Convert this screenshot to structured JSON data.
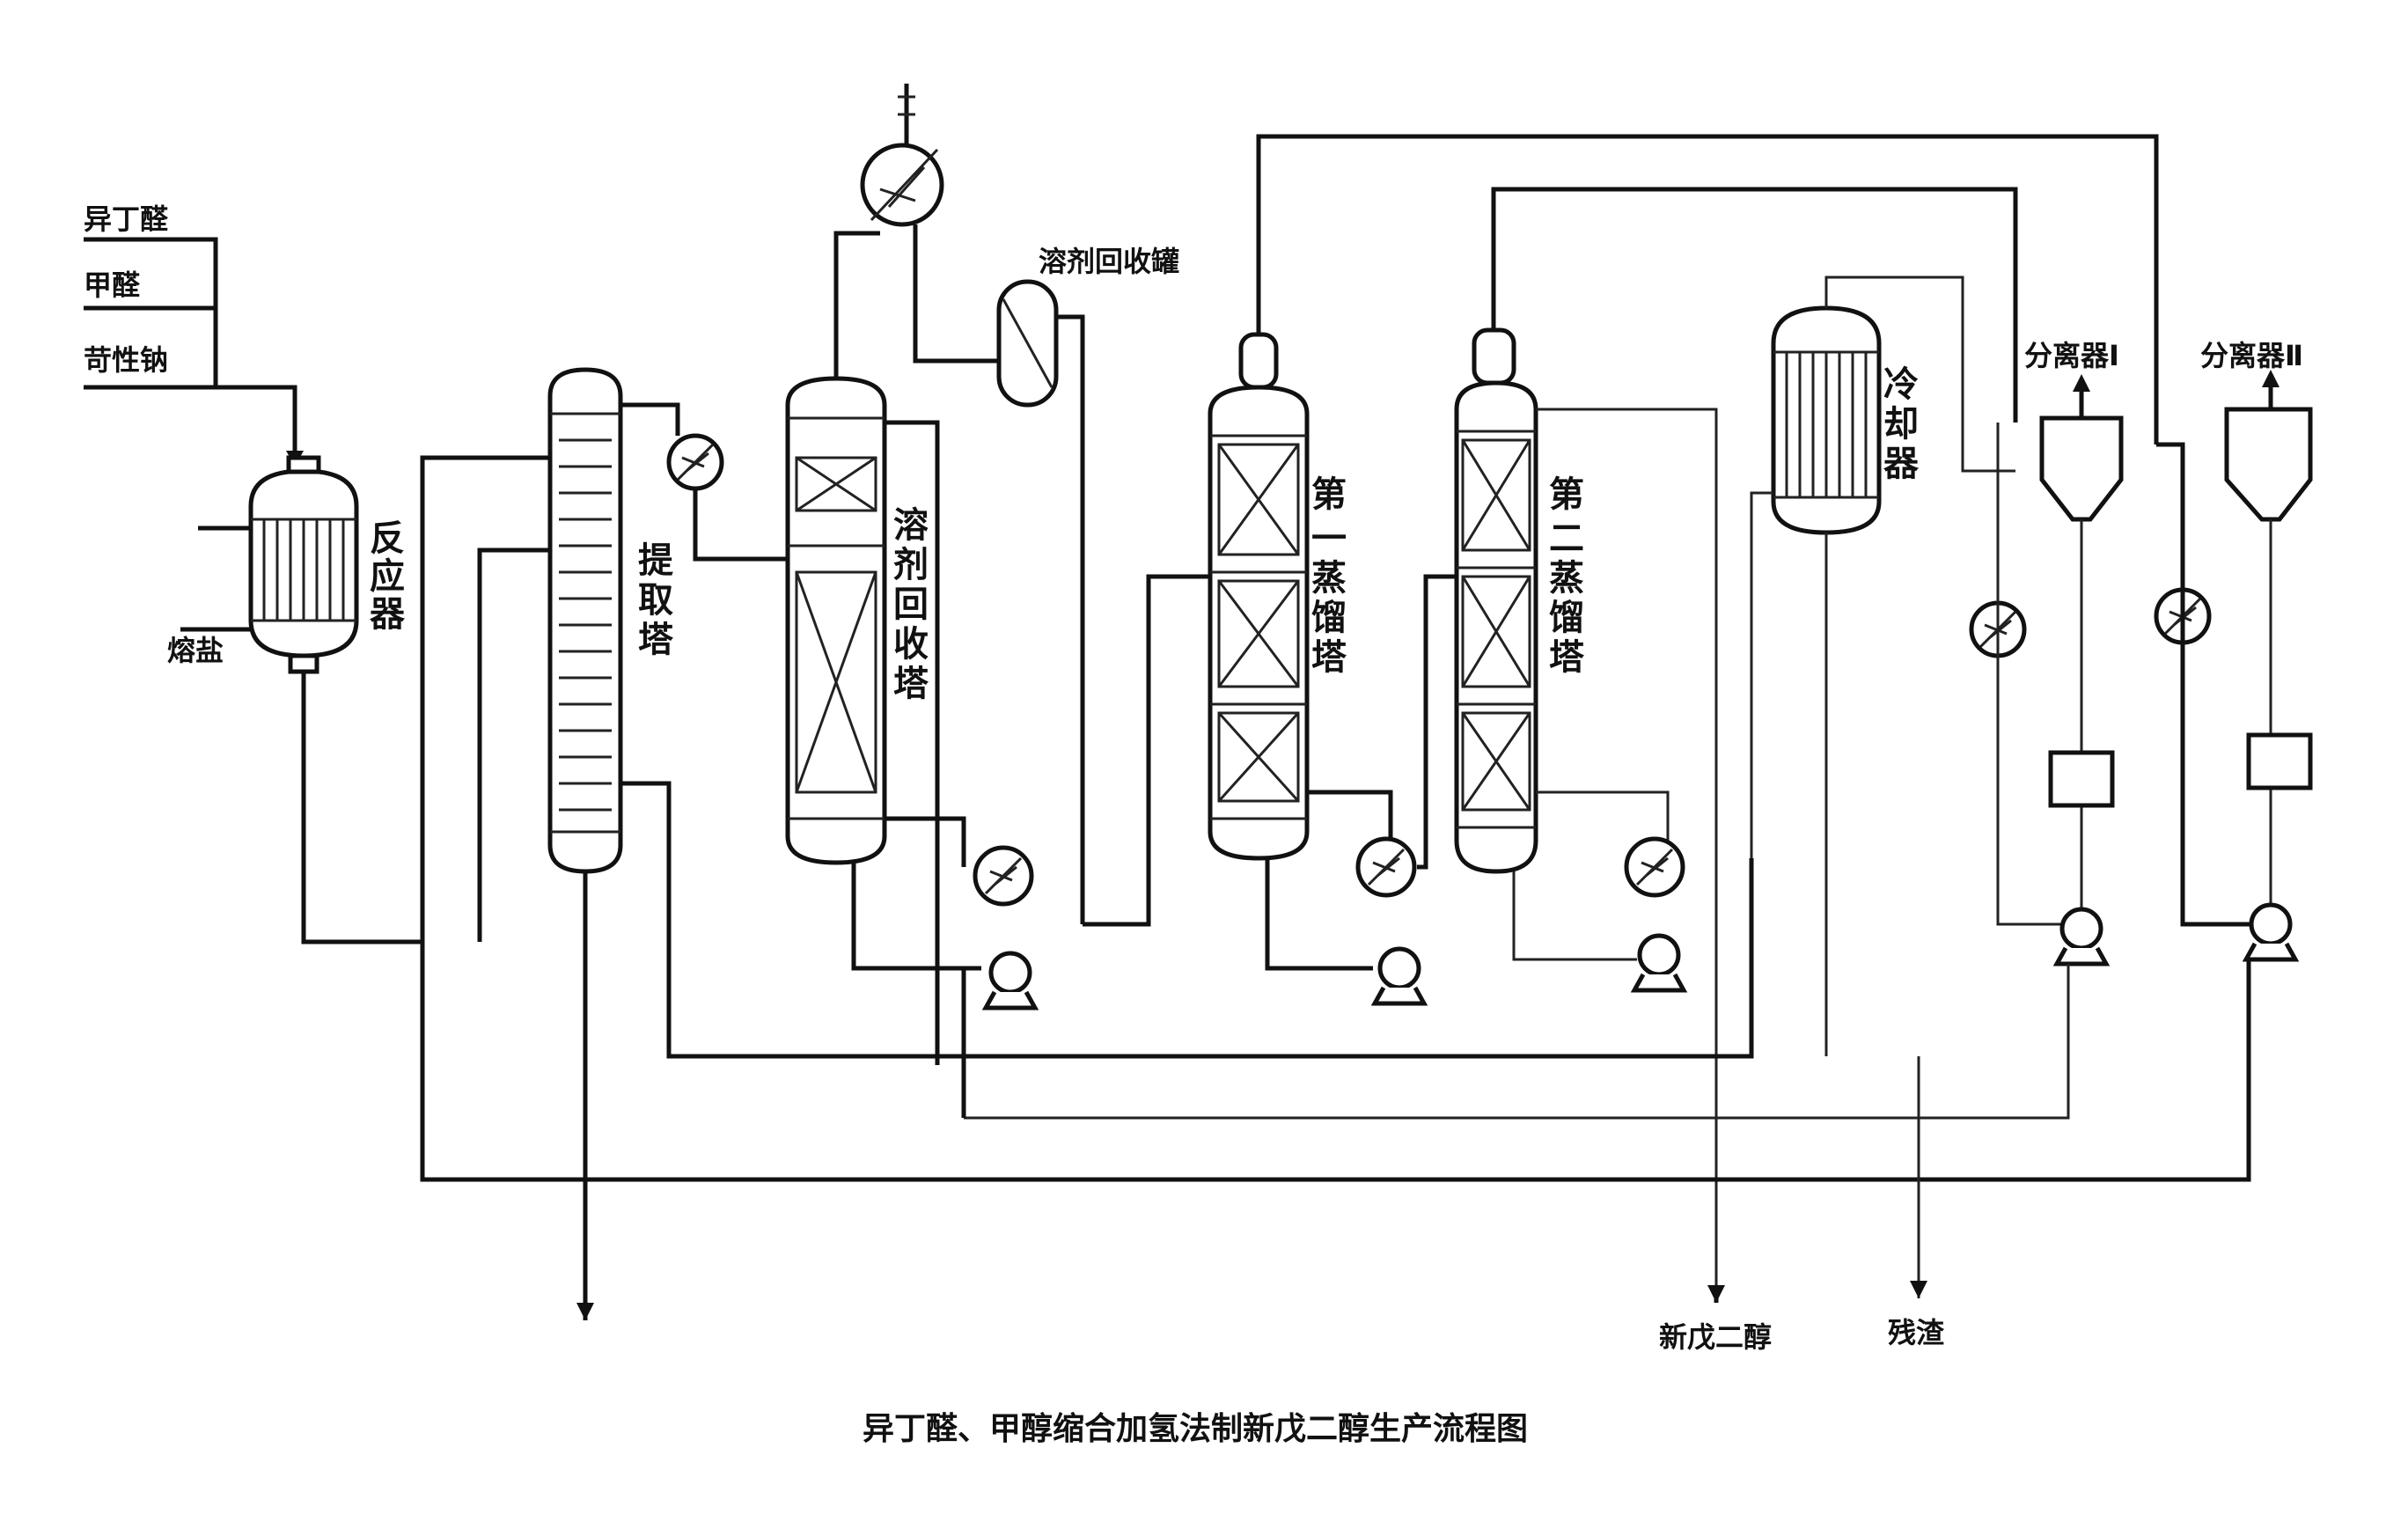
{
  "diagram": {
    "caption": "异丁醛、甲醇缩合加氢法制新戊二醇生产流程图",
    "feeds": {
      "isobutyraldehyde": "异丁醛",
      "formaldehyde": "甲醛",
      "caustic_soda": "苛性钠",
      "molten_salt": "熔盐"
    },
    "equipment": {
      "reactor": "反应器",
      "extraction_tower": "提取塔",
      "solvent_recovery_tower": "溶剂回收塔",
      "solvent_recovery_tank": "溶剂回收罐",
      "first_distillation_tower": "第一蒸馏塔",
      "second_distillation_tower": "第二蒸馏塔",
      "cooler": "冷却器",
      "separator_1": "分离器Ⅰ",
      "separator_2": "分离器Ⅱ"
    },
    "products": {
      "npg": "新戊二醇",
      "residue": "残渣"
    }
  }
}
